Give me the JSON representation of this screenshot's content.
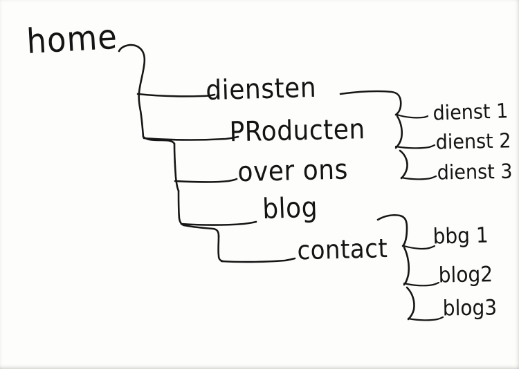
{
  "document": {
    "kind": "hand-drawn-sitemap-sketch",
    "medium": "black pen on white paper",
    "ink_color": "#161616",
    "paper_color": "#fdfdfb"
  },
  "root": {
    "label": "home"
  },
  "main_menu": [
    {
      "label": "diensten"
    },
    {
      "label": "PRoducten"
    },
    {
      "label": "over ons"
    },
    {
      "label": "blog"
    },
    {
      "label": "contact"
    }
  ],
  "diensten_children": [
    {
      "label": "dienst 1"
    },
    {
      "label": "dienst 2"
    },
    {
      "label": "dienst 3"
    }
  ],
  "blog_children": [
    {
      "label": "bbg 1"
    },
    {
      "label": "blog2"
    },
    {
      "label": "blog3"
    }
  ]
}
